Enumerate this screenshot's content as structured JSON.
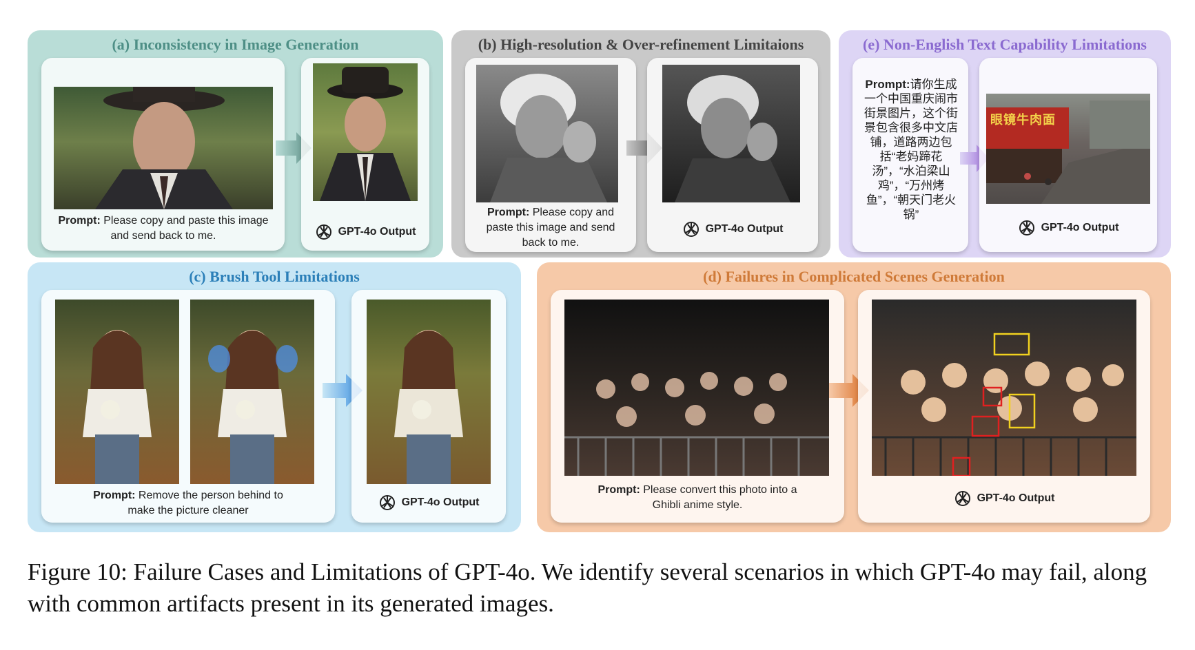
{
  "panels": {
    "a": {
      "title": "(a) Inconsistency in Image Generation",
      "prompt_label": "Prompt:",
      "prompt_text": " Please copy and paste this image and send back to me.",
      "output_label": "GPT-4o Output"
    },
    "b": {
      "title": "(b) High-resolution & Over-refinement Limitaions",
      "prompt_label": "Prompt:",
      "prompt_text": " Please copy and paste this image and send back to me.",
      "output_label": "GPT-4o Output"
    },
    "e": {
      "title": "(e) Non-English Text Capability Limitations",
      "prompt_label": "Prompt:",
      "prompt_text": "请你生成一个中国重庆闹市街景图片，这个街景包含很多中文店铺，道路两边包括“老妈蹄花汤”，“水泊梁山鸡”，“万州烤鱼”，“朝天门老火锅”",
      "output_label": "GPT-4o Output",
      "shop_sign": "眼镜牛肉面"
    },
    "c": {
      "title": "(c) Brush Tool Limitations",
      "prompt_label": "Prompt:",
      "prompt_text": " Remove the person behind to make the picture cleaner",
      "output_label": "GPT-4o Output"
    },
    "d": {
      "title": "(d) Failures in Complicated Scenes Generation",
      "prompt_label": "Prompt:",
      "prompt_text": " Please convert this photo into a Ghibli anime style.",
      "output_label": "GPT-4o Output"
    }
  },
  "caption": "Figure 10: Failure Cases and Limitations of GPT-4o. We identify several scenarios in which GPT-4o may fail, along with common artifacts present in its generated images.",
  "colors": {
    "panel_a": "#b9ddd7",
    "panel_b": "#c9c9c9",
    "panel_e": "#ddd5f5",
    "panel_c": "#c7e6f5",
    "panel_d": "#f6c9a8"
  }
}
